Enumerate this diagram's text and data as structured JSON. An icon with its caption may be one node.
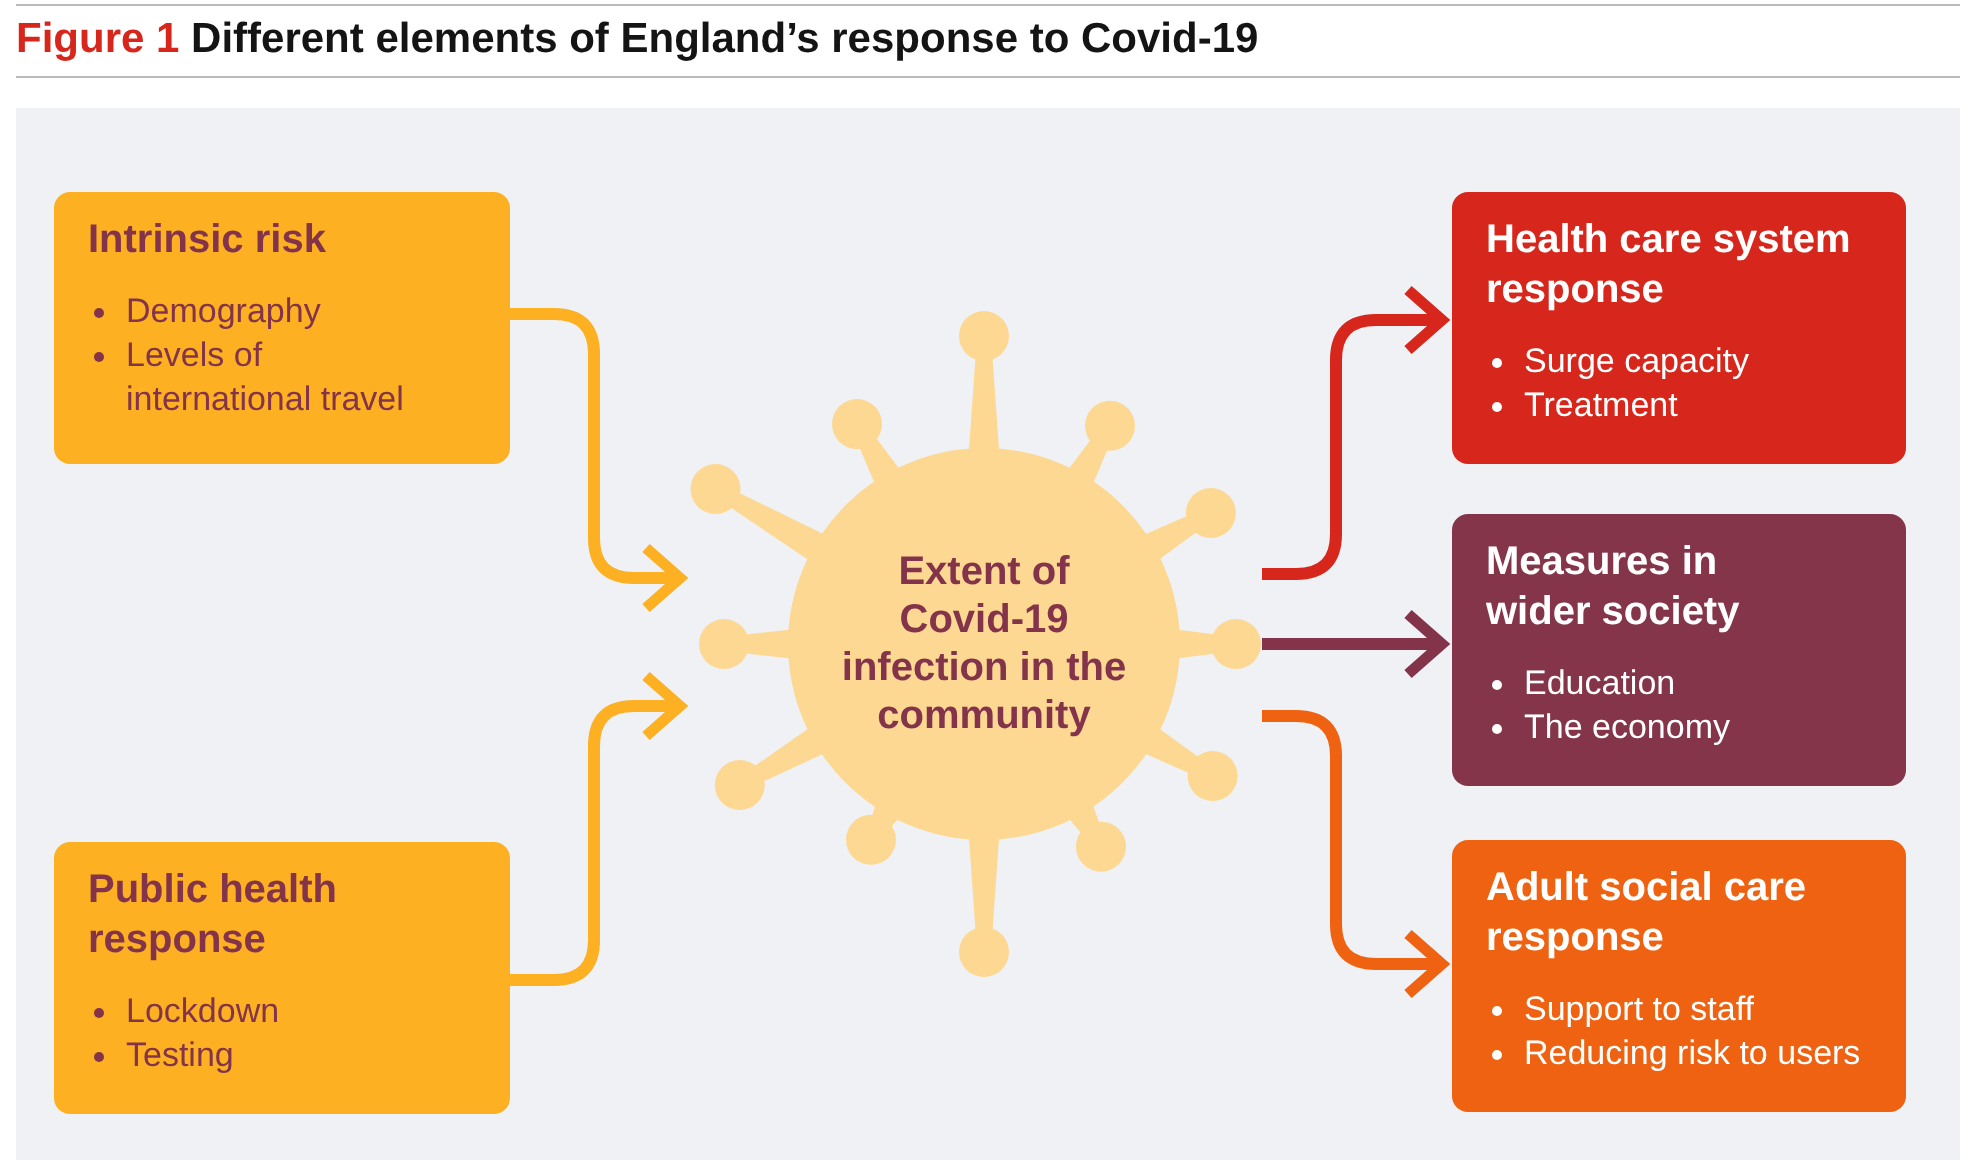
{
  "diagram": {
    "title": "Figure 1 Different elements of England’s response to Covid-19",
    "nodes": [
      {
        "text": [
          "Intrinsic risk",
          "Demography",
          "Levels of international travel"
        ]
      },
      {
        "text": [
          "Public health response",
          "Lockdown",
          "Testing"
        ]
      },
      {
        "text": [
          "Extent of Covid-19 infection in the community"
        ]
      },
      {
        "text": [
          "Health care system response",
          "Surge capacity",
          "Treatment"
        ]
      },
      {
        "text": [
          "Measures in wider society",
          "Education",
          "The economy"
        ]
      },
      {
        "text": [
          "Adult social care response",
          "Support to staff",
          "Reducing risk to users"
        ]
      }
    ],
    "edges": [
      {
        "from": 0,
        "to": 2,
        "arrow": "to"
      },
      {
        "from": 1,
        "to": 2,
        "arrow": "to"
      },
      {
        "from": 2,
        "to": 3,
        "arrow": "to",
        "color": "#d7261b"
      },
      {
        "from": 2,
        "to": 4,
        "arrow": "to",
        "color": "#84344a"
      },
      {
        "from": 2,
        "to": 5,
        "arrow": "to",
        "color": "#ee6211"
      }
    ]
  }
}
